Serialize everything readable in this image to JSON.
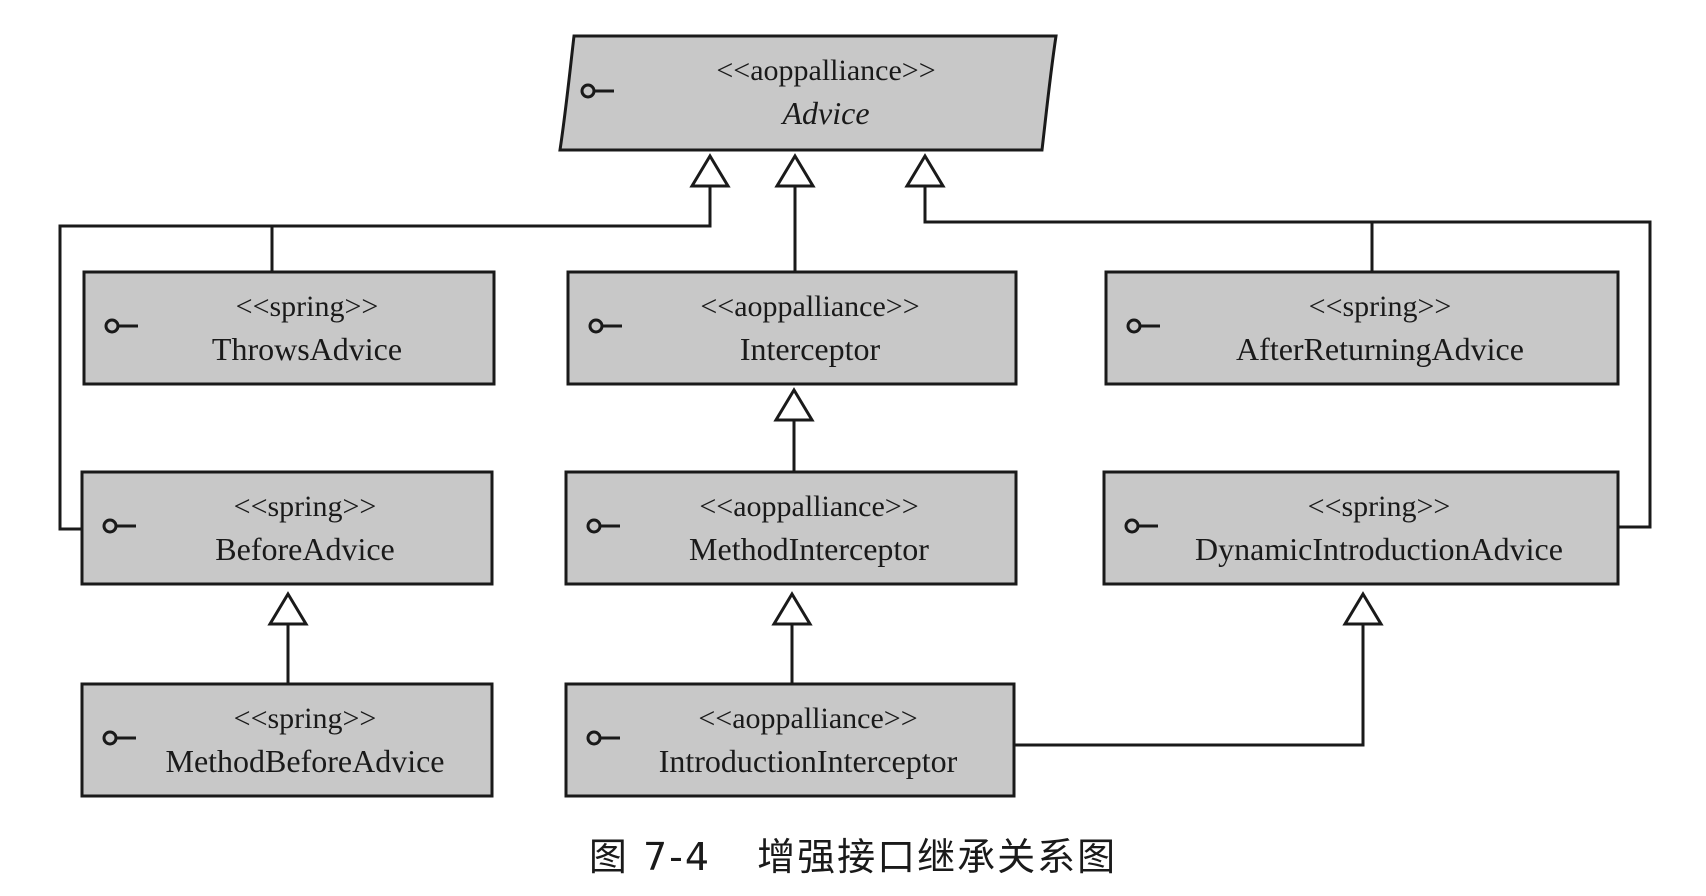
{
  "nodes": [
    {
      "id": "advice",
      "stereotype": "<<aoppalliance>>",
      "name": "Advice",
      "abstract": true
    },
    {
      "id": "throws-advice",
      "stereotype": "<<spring>>",
      "name": "ThrowsAdvice"
    },
    {
      "id": "interceptor",
      "stereotype": "<<aoppalliance>>",
      "name": "Interceptor"
    },
    {
      "id": "after-returning-advice",
      "stereotype": "<<spring>>",
      "name": "AfterReturningAdvice"
    },
    {
      "id": "before-advice",
      "stereotype": "<<spring>>",
      "name": "BeforeAdvice"
    },
    {
      "id": "method-interceptor",
      "stereotype": "<<aoppalliance>>",
      "name": "MethodInterceptor"
    },
    {
      "id": "dynamic-introduction-advice",
      "stereotype": "<<spring>>",
      "name": "DynamicIntroductionAdvice"
    },
    {
      "id": "method-before-advice",
      "stereotype": "<<spring>>",
      "name": "MethodBeforeAdvice"
    },
    {
      "id": "introduction-interceptor",
      "stereotype": "<<aoppalliance>>",
      "name": "IntroductionInterceptor"
    }
  ],
  "edges": [
    {
      "from": "throws-advice",
      "to": "advice",
      "type": "generalization"
    },
    {
      "from": "before-advice",
      "to": "advice",
      "type": "generalization"
    },
    {
      "from": "interceptor",
      "to": "advice",
      "type": "generalization"
    },
    {
      "from": "after-returning-advice",
      "to": "advice",
      "type": "generalization"
    },
    {
      "from": "dynamic-introduction-advice",
      "to": "advice",
      "type": "generalization"
    },
    {
      "from": "method-interceptor",
      "to": "interceptor",
      "type": "generalization"
    },
    {
      "from": "method-before-advice",
      "to": "before-advice",
      "type": "generalization"
    },
    {
      "from": "introduction-interceptor",
      "to": "method-interceptor",
      "type": "generalization"
    },
    {
      "from": "introduction-interceptor",
      "to": "dynamic-introduction-advice",
      "type": "generalization"
    }
  ],
  "caption": {
    "number": "图 7-4",
    "title": "增强接口继承关系图"
  }
}
